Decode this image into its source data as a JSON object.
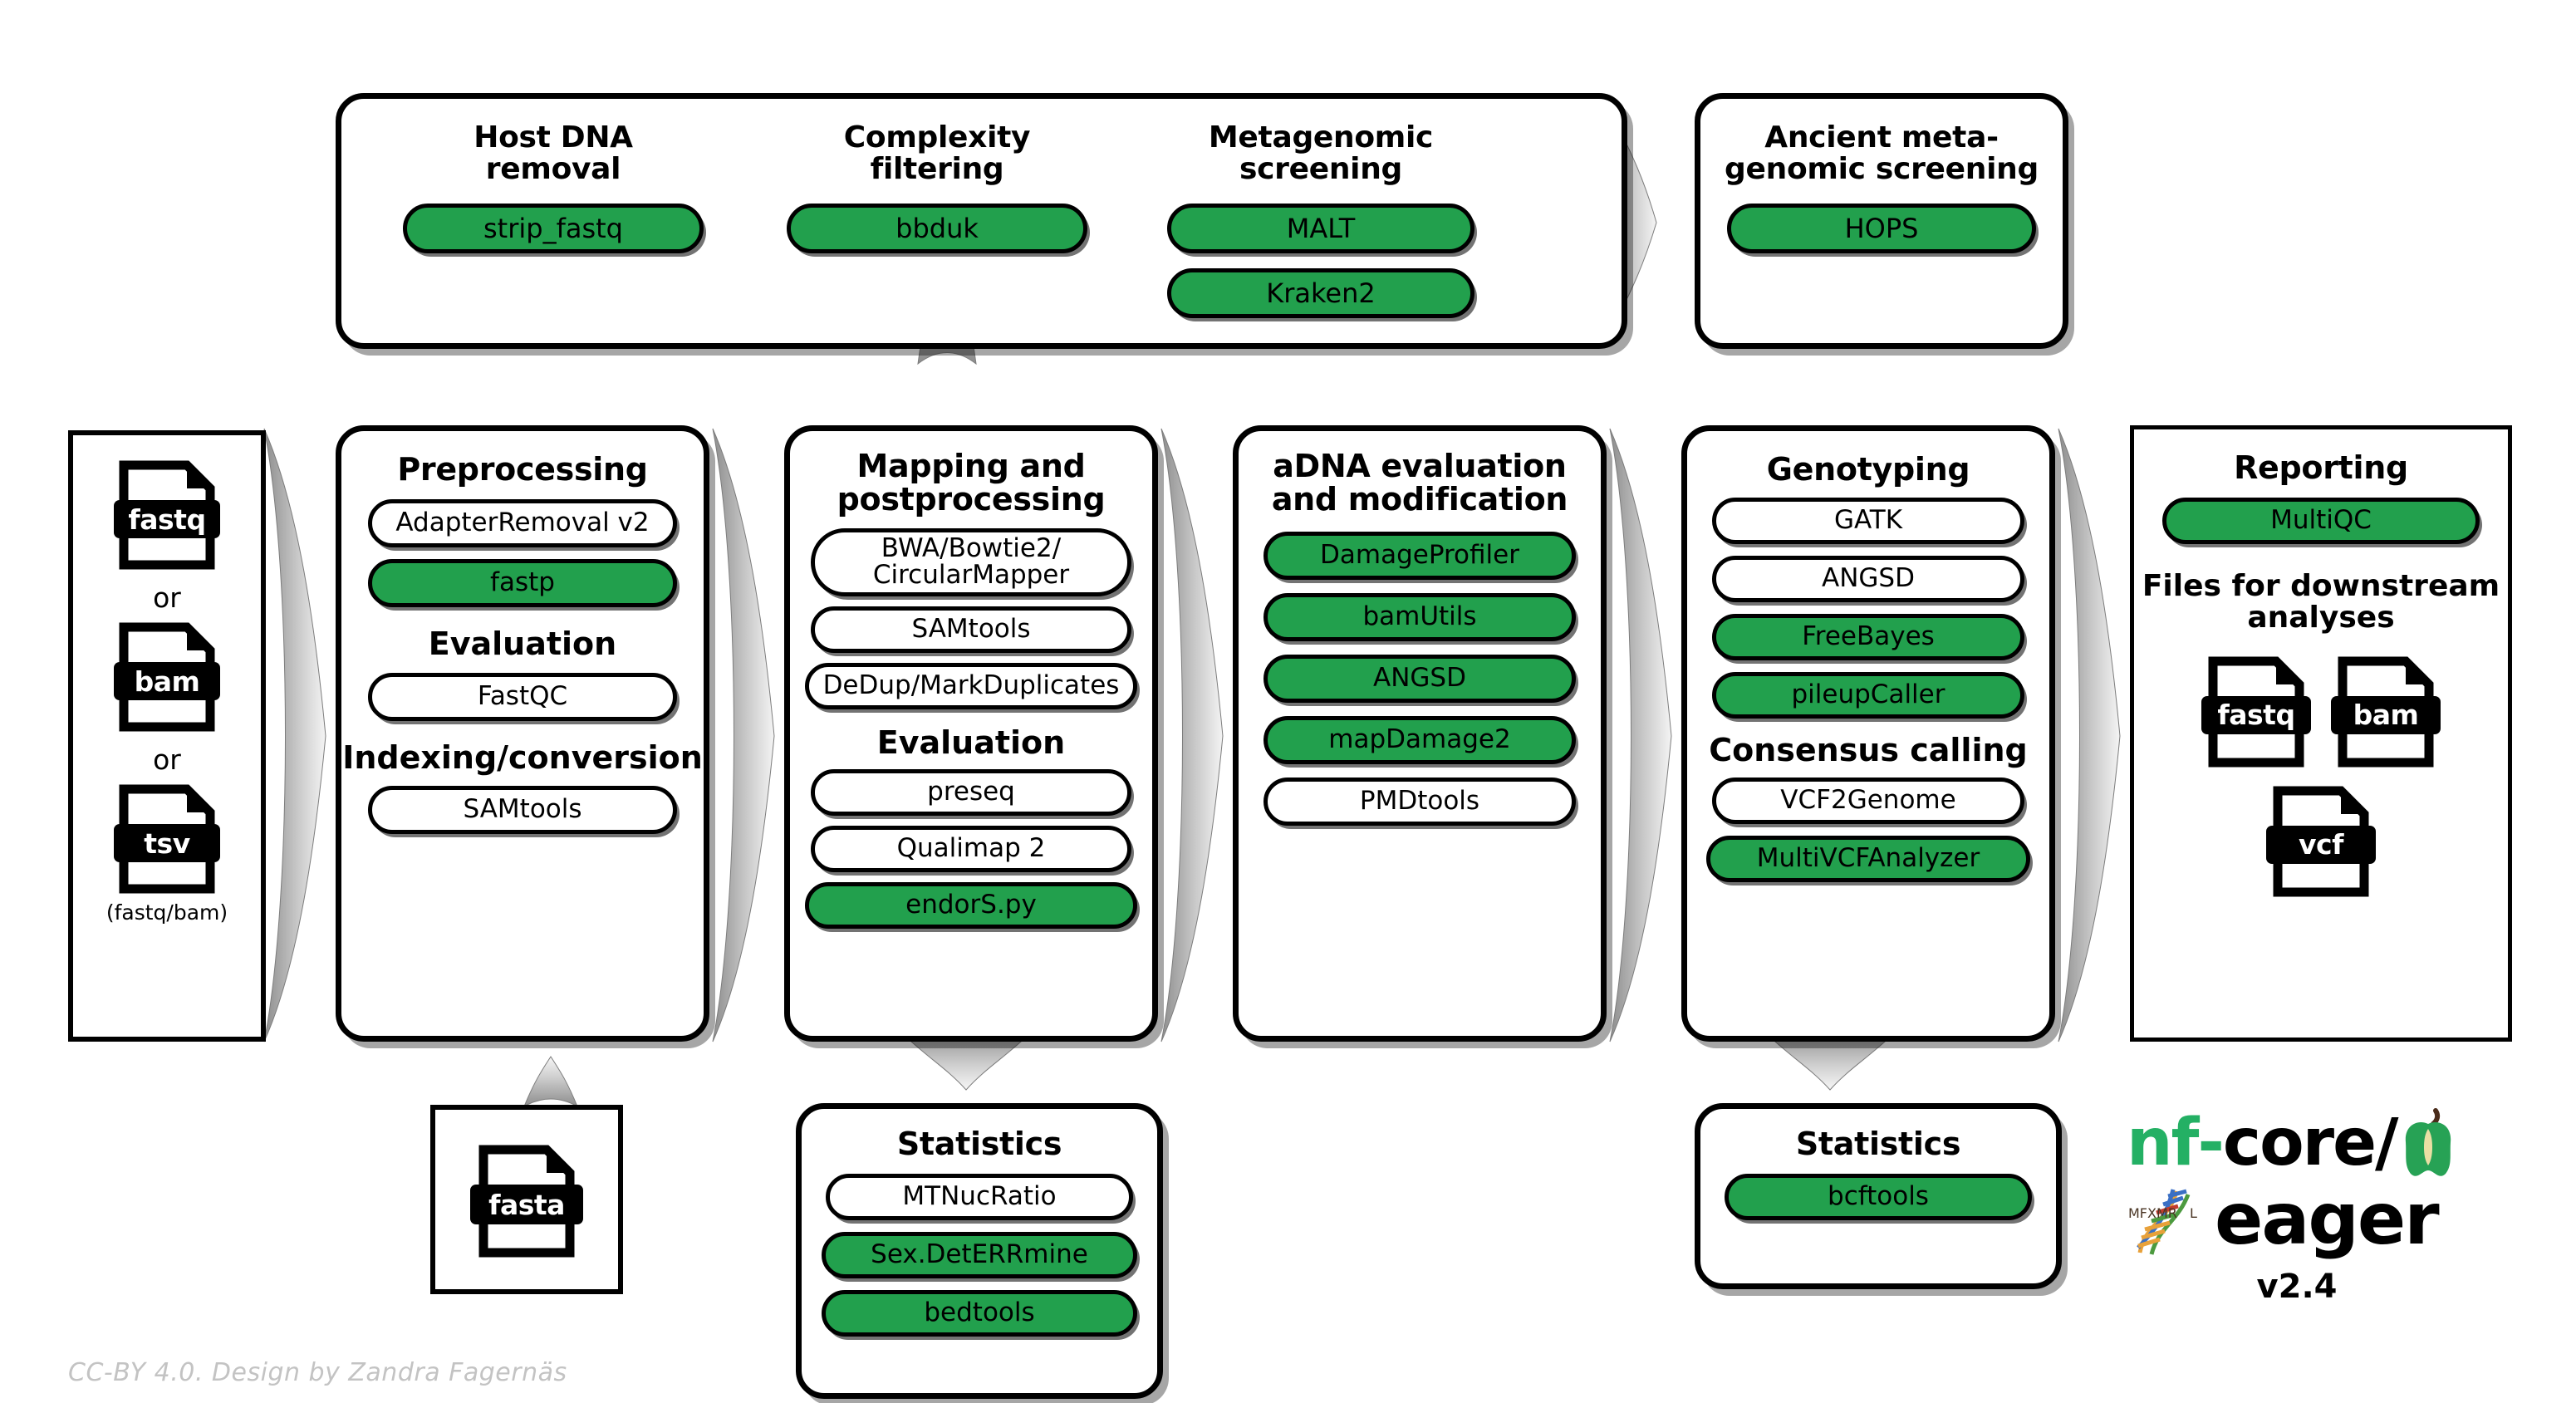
{
  "theme": {
    "green": "#22A04D",
    "black": "#000000",
    "arrow_gray": "#9a9a9a",
    "credit_gray": "#c3c3c3"
  },
  "credit": {
    "text": "CC-BY 4.0. Design by Zandra Fagernäs"
  },
  "logo": {
    "nf": "nf",
    "dash": "-",
    "core_slash": "core/",
    "eager": "eager",
    "version": "v2.4",
    "apple_icon": "apple-core-icon",
    "dna_icon": "dna-helix-icon"
  },
  "input_box": {
    "name": "input-files",
    "files": [
      {
        "label": "fastq",
        "icon": "file-fastq-icon"
      },
      {
        "label": "bam",
        "icon": "file-bam-icon"
      },
      {
        "label": "tsv",
        "icon": "file-tsv-icon"
      }
    ],
    "or_1": "or",
    "or_2": "or",
    "note": "(fastq/bam)"
  },
  "screening_box": {
    "columns": [
      {
        "title": "Host DNA\nremoval",
        "tools": [
          {
            "label": "strip_fastq",
            "green": true
          }
        ]
      },
      {
        "title": "Complexity\nfiltering",
        "tools": [
          {
            "label": "bbduk",
            "green": true
          }
        ]
      },
      {
        "title": "Metagenomic\nscreening",
        "tools": [
          {
            "label": "MALT",
            "green": true
          },
          {
            "label": "Kraken2",
            "green": true
          }
        ]
      }
    ]
  },
  "ancient_box": {
    "title": "Ancient meta-\ngenomic screening",
    "tools": [
      {
        "label": "HOPS",
        "green": true
      }
    ]
  },
  "preprocessing_box": {
    "title": "Preprocessing",
    "tools": [
      {
        "label": "AdapterRemoval v2",
        "green": false
      },
      {
        "label": "fastp",
        "green": true
      }
    ],
    "section_2": {
      "title": "Evaluation",
      "tools": [
        {
          "label": "FastQC",
          "green": false
        }
      ]
    },
    "section_3": {
      "title": "Indexing/conversion",
      "tools": [
        {
          "label": "SAMtools",
          "green": false
        }
      ]
    }
  },
  "fasta_box": {
    "label": "fasta",
    "icon": "file-fasta-icon"
  },
  "mapping_box": {
    "title": "Mapping and\npostprocessing",
    "tools": [
      {
        "label": "BWA/Bowtie2/\nCircularMapper",
        "green": false
      },
      {
        "label": "SAMtools",
        "green": false
      },
      {
        "label": "DeDup/MarkDuplicates",
        "green": false
      }
    ],
    "section_2": {
      "title": "Evaluation",
      "tools": [
        {
          "label": "preseq",
          "green": false
        },
        {
          "label": "Qualimap 2",
          "green": false
        },
        {
          "label": "endorS.py",
          "green": true
        }
      ]
    }
  },
  "stats_mapping_box": {
    "title": "Statistics",
    "tools": [
      {
        "label": "MTNucRatio",
        "green": false
      },
      {
        "label": "Sex.DetERRmine",
        "green": true
      },
      {
        "label": "bedtools",
        "green": true
      }
    ]
  },
  "adna_box": {
    "title": "aDNA evaluation\nand modification",
    "tools": [
      {
        "label": "DamageProfiler",
        "green": true
      },
      {
        "label": "bamUtils",
        "green": true
      },
      {
        "label": "ANGSD",
        "green": true
      },
      {
        "label": "mapDamage2",
        "green": true
      },
      {
        "label": "PMDtools",
        "green": false
      }
    ]
  },
  "genotyping_box": {
    "title": "Genotyping",
    "tools": [
      {
        "label": "GATK",
        "green": false
      },
      {
        "label": "ANGSD",
        "green": false
      },
      {
        "label": "FreeBayes",
        "green": true
      },
      {
        "label": "pileupCaller",
        "green": true
      }
    ],
    "section_2": {
      "title": "Consensus calling",
      "tools": [
        {
          "label": "VCF2Genome",
          "green": false
        },
        {
          "label": "MultiVCFAnalyzer",
          "green": true
        }
      ]
    }
  },
  "stats_geno_box": {
    "title": "Statistics",
    "tools": [
      {
        "label": "bcftools",
        "green": true
      }
    ]
  },
  "reporting_box": {
    "title": "Reporting",
    "tools": [
      {
        "label": "MultiQC",
        "green": true
      }
    ],
    "downstream_title": "Files for downstream\nanalyses",
    "files": [
      {
        "label": "fastq",
        "icon": "file-fastq-icon"
      },
      {
        "label": "bam",
        "icon": "file-bam-icon"
      },
      {
        "label": "vcf",
        "icon": "file-vcf-icon"
      }
    ]
  }
}
